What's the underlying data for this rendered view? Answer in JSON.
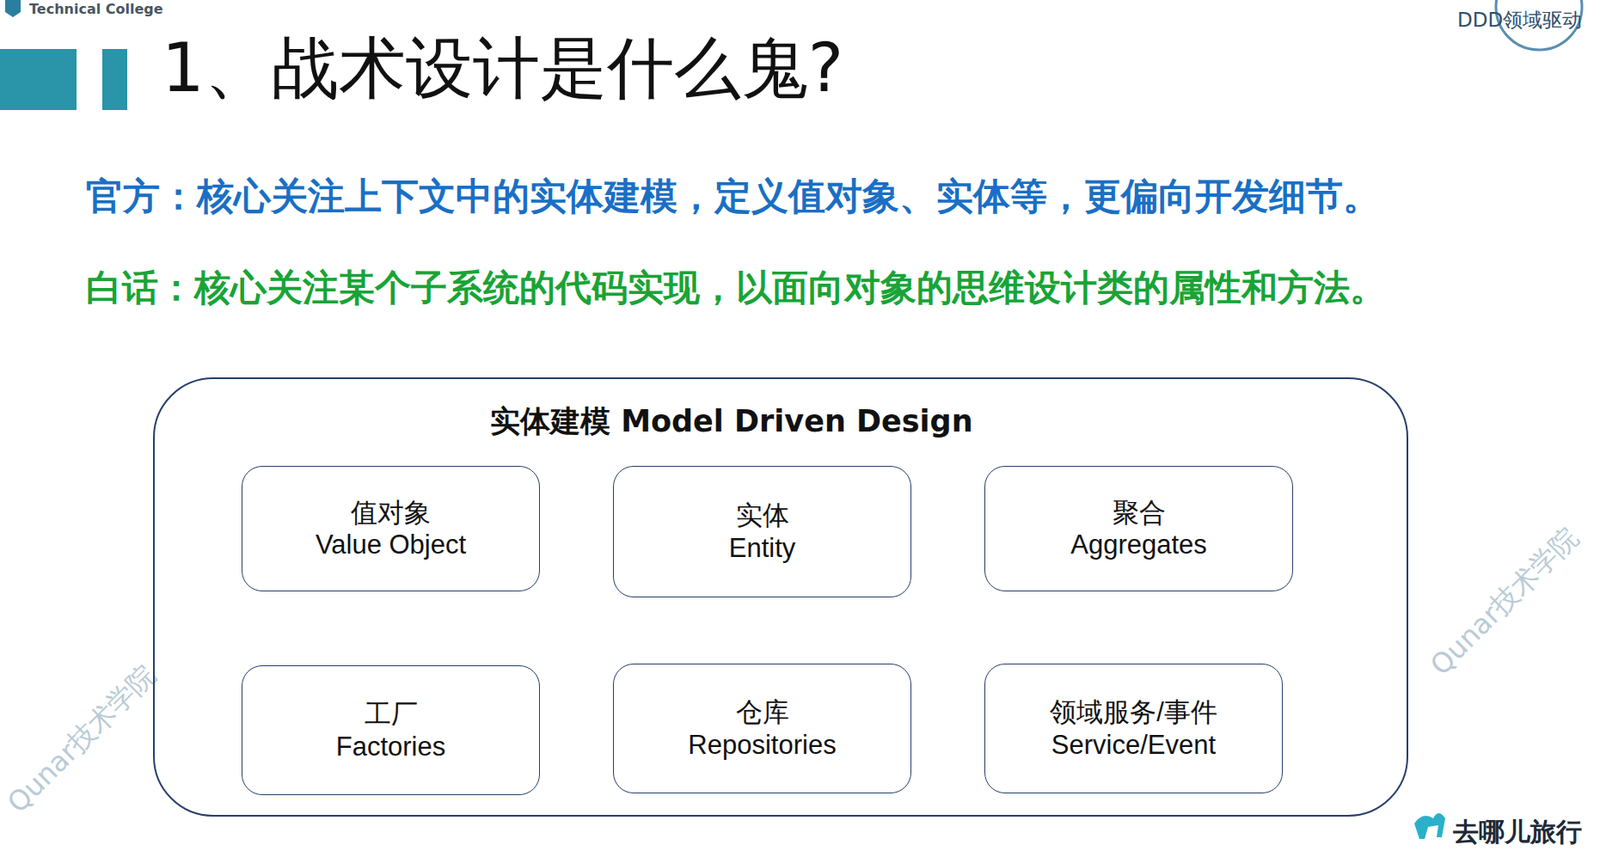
{
  "diagram": {
    "title": "1、战术设计是什么鬼?",
    "nodes": [
      {
        "text": [
          "实体建模 Model Driven Design"
        ]
      },
      {
        "text": [
          "值对象",
          "Value Object"
        ],
        "in": 0
      },
      {
        "text": [
          "实体",
          "Entity"
        ],
        "in": 0
      },
      {
        "text": [
          "聚合",
          "Aggregates"
        ],
        "in": 0
      },
      {
        "text": [
          "工厂",
          "Factories"
        ],
        "in": 0
      },
      {
        "text": [
          "仓库",
          "Repositories"
        ],
        "in": 0
      },
      {
        "text": [
          "领域服务/事件",
          "Service/Event"
        ],
        "in": 0
      }
    ],
    "labels": [
      "官方：核心关注上下文中的实体建模，定义值对象、实体等，更偏向开发细节。",
      "白话：核心关注某个子系统的代码实现，以面向对象的思维设计类的属性和方法。",
      "Technical College",
      "DDD领域驱动",
      "去哪儿旅行",
      "Qunar技术学院",
      "Qunar技术学院"
    ]
  }
}
